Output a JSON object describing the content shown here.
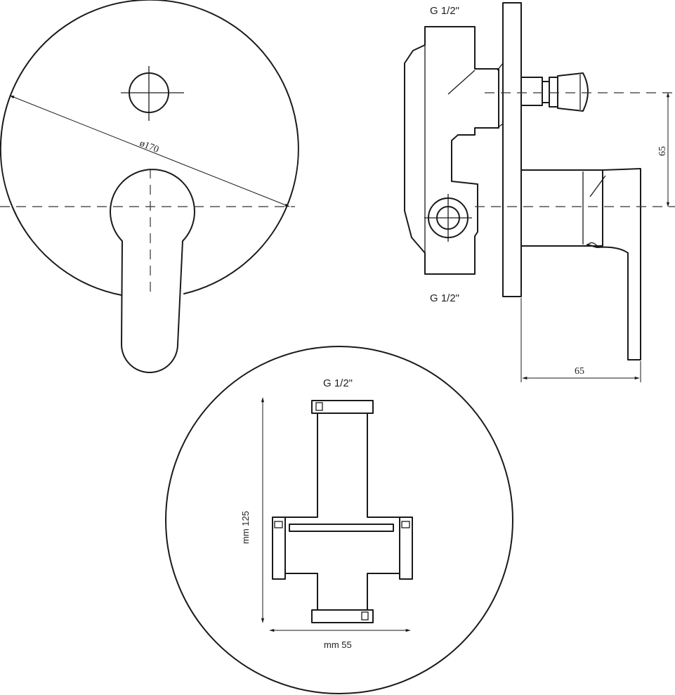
{
  "front_view": {
    "diameter_label": "ø170"
  },
  "side_view": {
    "top_thread_label": "G 1/2\"",
    "bottom_thread_label": "G 1/2\"",
    "vertical_dim_label": "65",
    "horizontal_dim_label": "65"
  },
  "body_view": {
    "thread_label": "G 1/2\"",
    "height_label": "mm 125",
    "width_label": "mm 55"
  },
  "colors": {
    "line": "#1a1a1a",
    "background": "#ffffff"
  }
}
